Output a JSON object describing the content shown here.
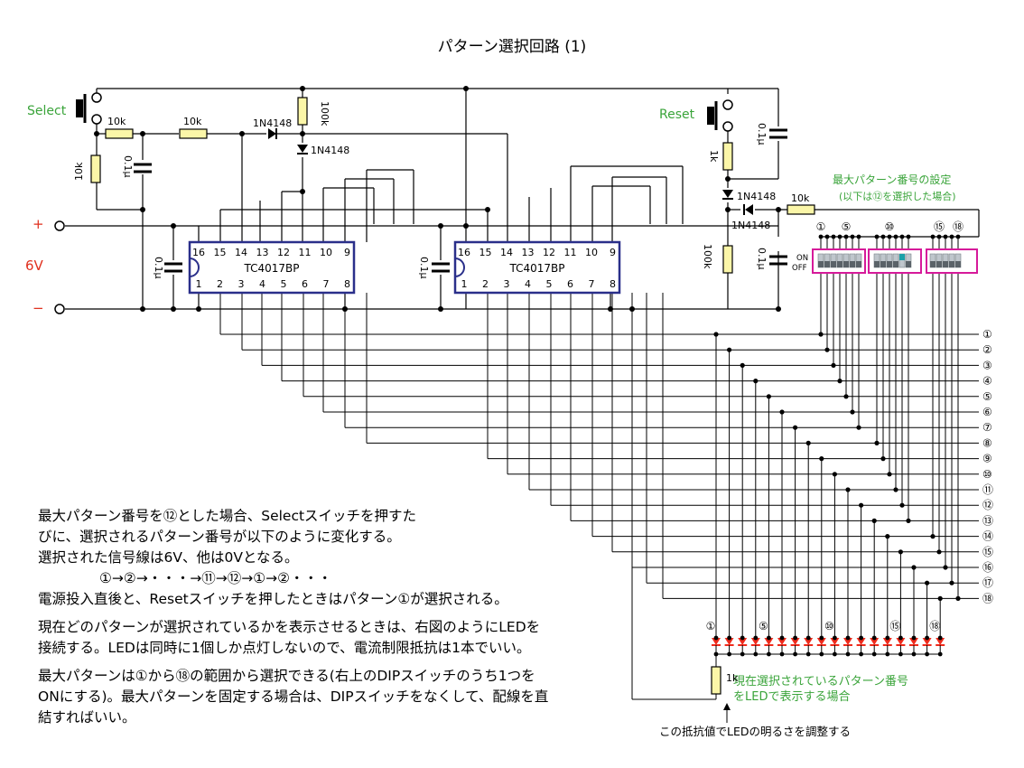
{
  "title": "パターン選択回路 (1)",
  "labels": {
    "select": "Select",
    "reset": "Reset",
    "plus": "+",
    "minus": "−",
    "supply": "6V",
    "r_10k": "10k",
    "r_100k": "100k",
    "r_1k": "1k",
    "c_01u": "0.1μ",
    "diode": "1N4148",
    "on": "ON",
    "off": "OFF"
  },
  "ic": {
    "name": "TC4017BP",
    "top_pins": [
      "16",
      "15",
      "14",
      "13",
      "12",
      "11",
      "10",
      "9"
    ],
    "bottom_pins": [
      "1",
      "2",
      "3",
      "4",
      "5",
      "6",
      "7",
      "8"
    ]
  },
  "dip": {
    "title": "最大パターン番号の設定",
    "subtitle": "(以下は⑫を選択した場合)",
    "markers": [
      "①",
      "⑤",
      "⑩",
      "⑮",
      "⑱"
    ]
  },
  "outputs": [
    "①",
    "②",
    "③",
    "④",
    "⑤",
    "⑥",
    "⑦",
    "⑧",
    "⑨",
    "⑩",
    "⑪",
    "⑫",
    "⑬",
    "⑭",
    "⑮",
    "⑯",
    "⑰",
    "⑱"
  ],
  "led": {
    "markers": [
      "①",
      "⑤",
      "⑩",
      "⑮",
      "⑱"
    ],
    "note_line1": "現在選択されているパターン番号",
    "note_line2": "をLEDで表示する場合",
    "resistor_note": "この抵抗値でLEDの明るさを調整する"
  },
  "notes": {
    "p1": "最大パターン番号を⑫とした場合、Selectスイッチを押すた",
    "p2": "びに、選択されるパターン番号が以下のように変化する。",
    "p3": "選択された信号線は6V、他は0Vとなる。",
    "sequence": "①→②→・・・→⑪→⑫→①→②・・・",
    "p4": "電源投入直後と、Resetスイッチを押したときはパターン①が選択される。",
    "p5": "現在どのパターンが選択されているかを表示させるときは、右図のようにLEDを",
    "p6": "接続する。LEDは同時に1個しか点灯しないので、電流制限抵抗は1本でいい。",
    "p7": "最大パターンは①から⑱の範囲から選択できる(右上のDIPスイッチのうち1つを",
    "p8": "ONにする)。最大パターンを固定する場合は、DIPスイッチをなくして、配線を直",
    "p9": "結すればいい。"
  },
  "colors": {
    "wire": "#000000",
    "ic_border": "#2a2f8a",
    "resistor_fill": "#fbf6a8",
    "dip_border": "#d61a9a",
    "green_text": "#3aa43a",
    "red_text": "#e0301e",
    "led": "#ee2b1c"
  }
}
